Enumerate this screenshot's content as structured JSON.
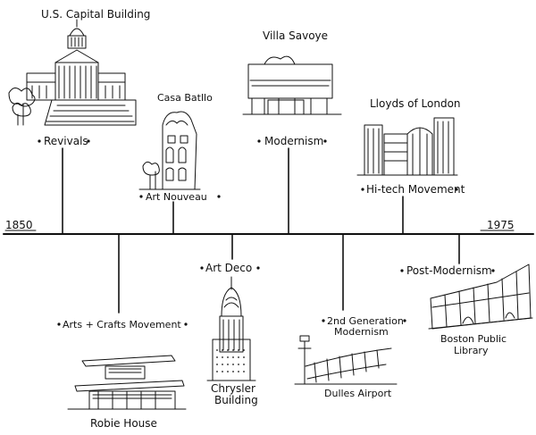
{
  "timeline": {
    "start_year": "1850",
    "end_year": "1975"
  },
  "above": [
    {
      "building": "U.S. Capital Building",
      "style": "Revivals",
      "icon": "capitol-building-icon"
    },
    {
      "building": "Casa Batllo",
      "style": "Art Nouveau",
      "icon": "casa-batllo-icon"
    },
    {
      "building": "Villa Savoye",
      "style": "Modernism",
      "icon": "villa-savoye-icon"
    },
    {
      "building": "Lloyds of London",
      "style": "Hi-tech Movement",
      "icon": "lloyds-building-icon"
    }
  ],
  "below": [
    {
      "style": "Arts + Crafts Movement",
      "building": "Robie House",
      "icon": "robie-house-icon"
    },
    {
      "style": "Art Deco",
      "building_line1": "Chrysler",
      "building_line2": "Building",
      "icon": "chrysler-building-icon"
    },
    {
      "style_line1": "2nd Generation",
      "style_line2": "Modernism",
      "building": "Dulles Airport",
      "icon": "dulles-airport-icon"
    },
    {
      "style": "Post-Modernism",
      "building_line1": "Boston Public",
      "building_line2": "Library",
      "icon": "boston-library-icon"
    }
  ]
}
